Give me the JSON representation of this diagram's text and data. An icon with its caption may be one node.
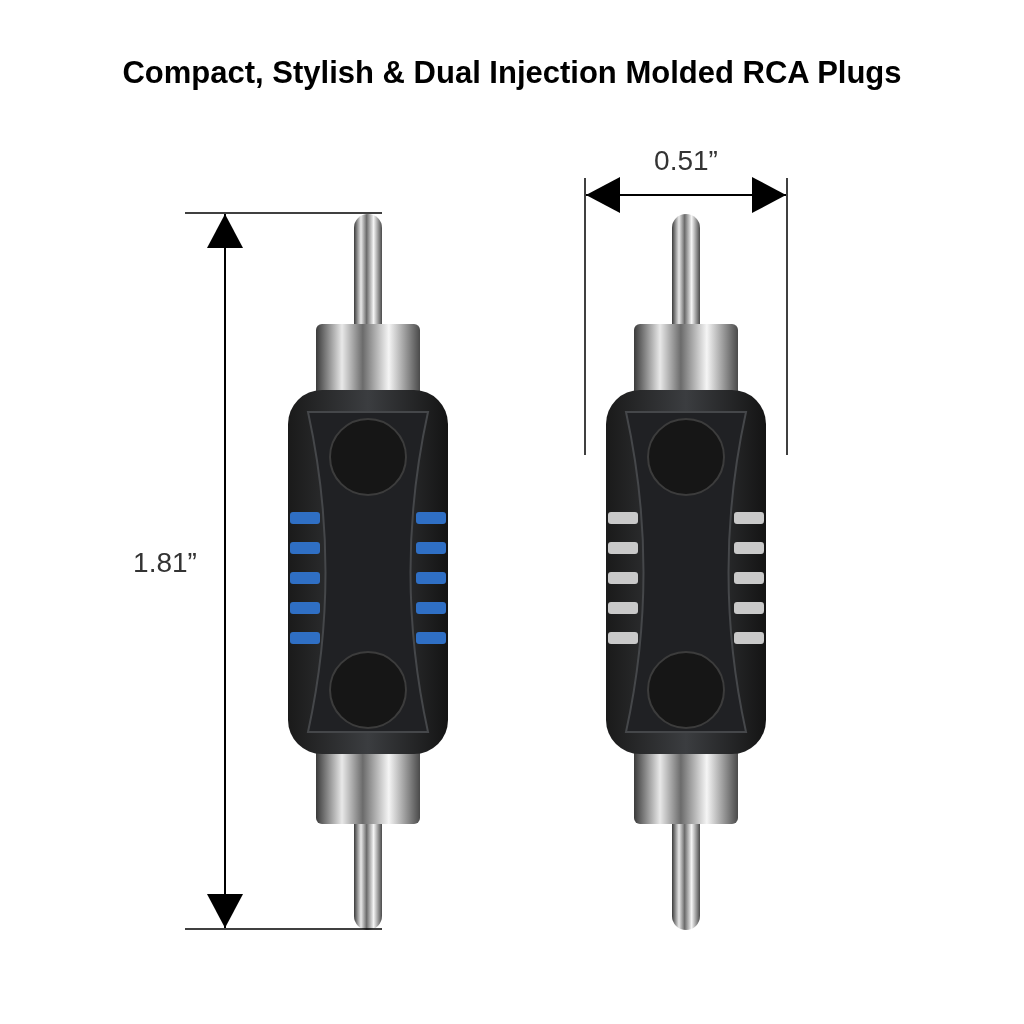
{
  "diagram": {
    "title": "Compact, Stylish & Dual Injection Molded RCA Plugs",
    "labels": [
      "0.51”",
      "1.81”"
    ]
  }
}
